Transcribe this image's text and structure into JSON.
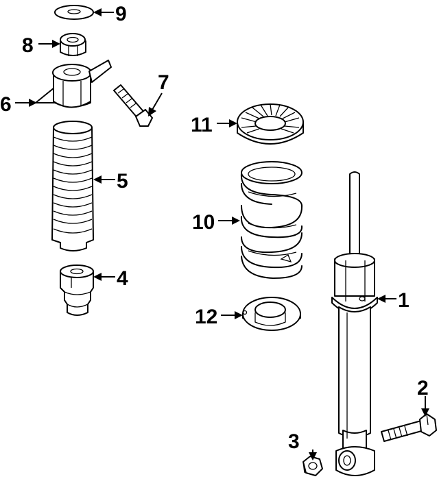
{
  "callouts": {
    "shock_absorber": "1",
    "lower_bolt": "2",
    "lower_nut": "3",
    "bump_stop": "4",
    "dust_boot": "5",
    "upper_mount": "6",
    "mount_bolt": "7",
    "mount_nut": "8",
    "washer": "9",
    "coil_spring": "10",
    "upper_insulator": "11",
    "lower_insulator": "12"
  },
  "colors": {
    "line": "#000000",
    "fill": "#ffffff"
  }
}
